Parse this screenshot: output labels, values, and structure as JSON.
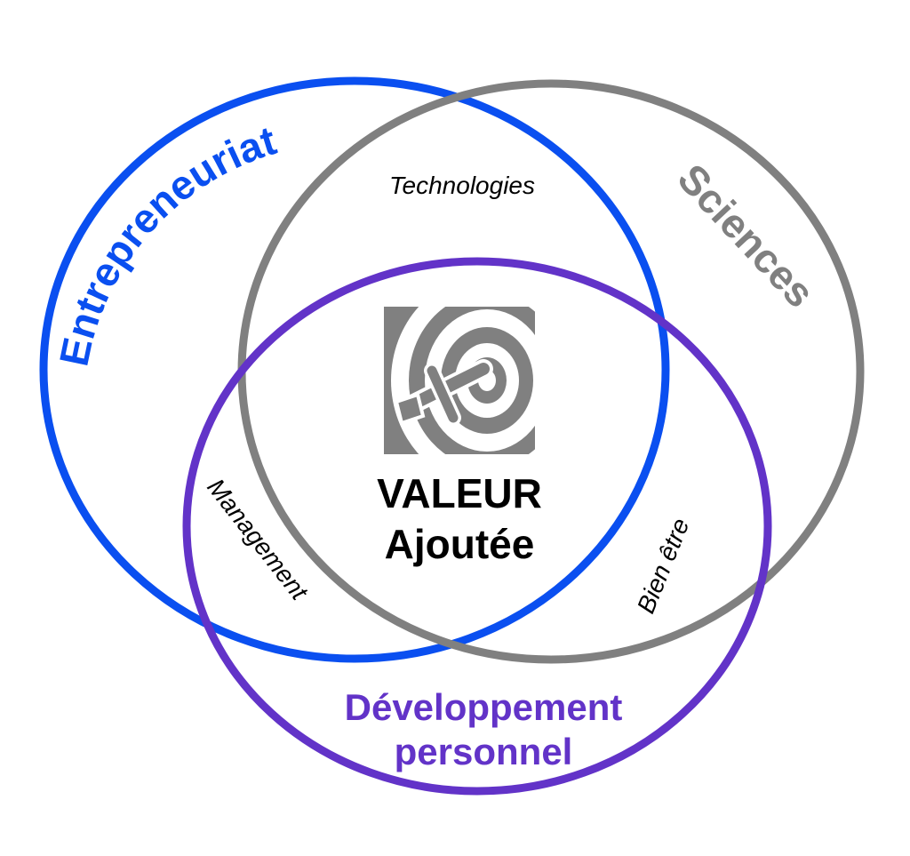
{
  "colors": {
    "entrepreneuriat": "#0a4ff0",
    "sciences": "#808080",
    "developpement": "#6233c8",
    "target_icon": "#808080",
    "text": "#000000"
  },
  "sets": {
    "entrepreneuriat": "Entrepreneuriat",
    "sciences": "Sciences",
    "developpement_line1": "Développement",
    "developpement_line2": "personnel"
  },
  "overlaps": {
    "entrepreneuriat_sciences": "Technologies",
    "entrepreneuriat_developpement": "Management",
    "sciences_developpement": "Bien être"
  },
  "center": {
    "line1": "VALEUR",
    "line2": "Ajoutée",
    "icon": "target-dart-icon"
  }
}
